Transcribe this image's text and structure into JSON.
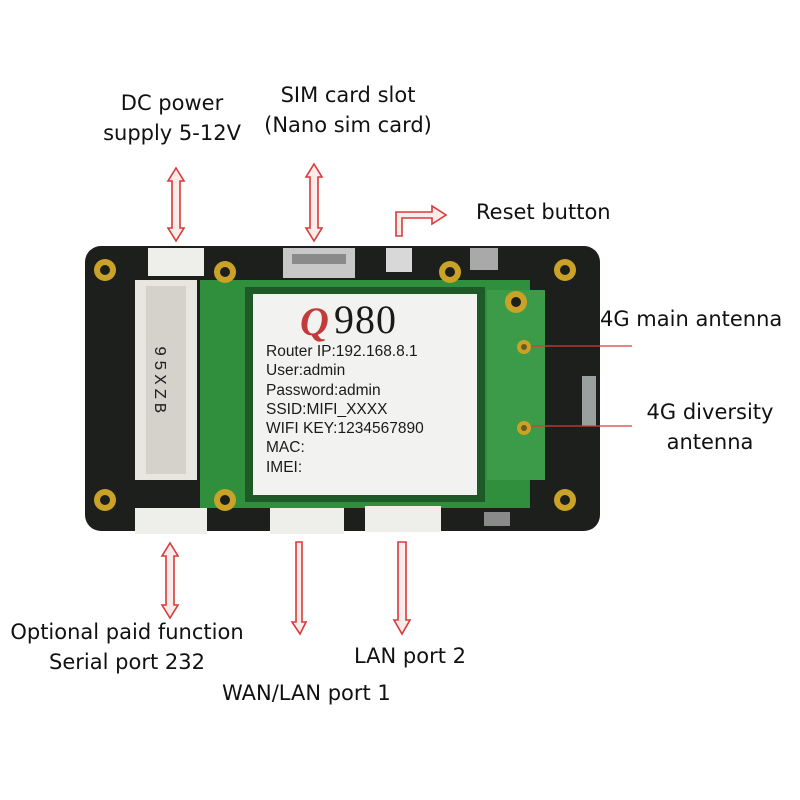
{
  "labels": {
    "dc_power": [
      "DC power",
      "supply 5-12V"
    ],
    "sim_slot": [
      "SIM card slot",
      "(Nano sim card)"
    ],
    "reset": "Reset button",
    "main_antenna": "4G main antenna",
    "diversity_antenna": [
      "4G diversity",
      "antenna"
    ],
    "serial": [
      "Optional paid function",
      "Serial port 232"
    ],
    "wan_lan": "WAN/LAN port 1",
    "lan2": "LAN port 2"
  },
  "sticker": {
    "brand_mark": "Q",
    "brand_model": "980",
    "lines": [
      "Router IP:192.168.8.1",
      "User:admin",
      "Password:admin",
      "SSID:MIFI_XXXX",
      "WIFI KEY:1234567890",
      "MAC:",
      "IMEI:"
    ]
  },
  "connector_print": "95XZB",
  "colors": {
    "arrow": "#d93a3a",
    "board": "#1c1f1c",
    "pcb_green": "#2f8f3c",
    "gold": "#c9a227",
    "sticker": "#f2f2f0"
  }
}
